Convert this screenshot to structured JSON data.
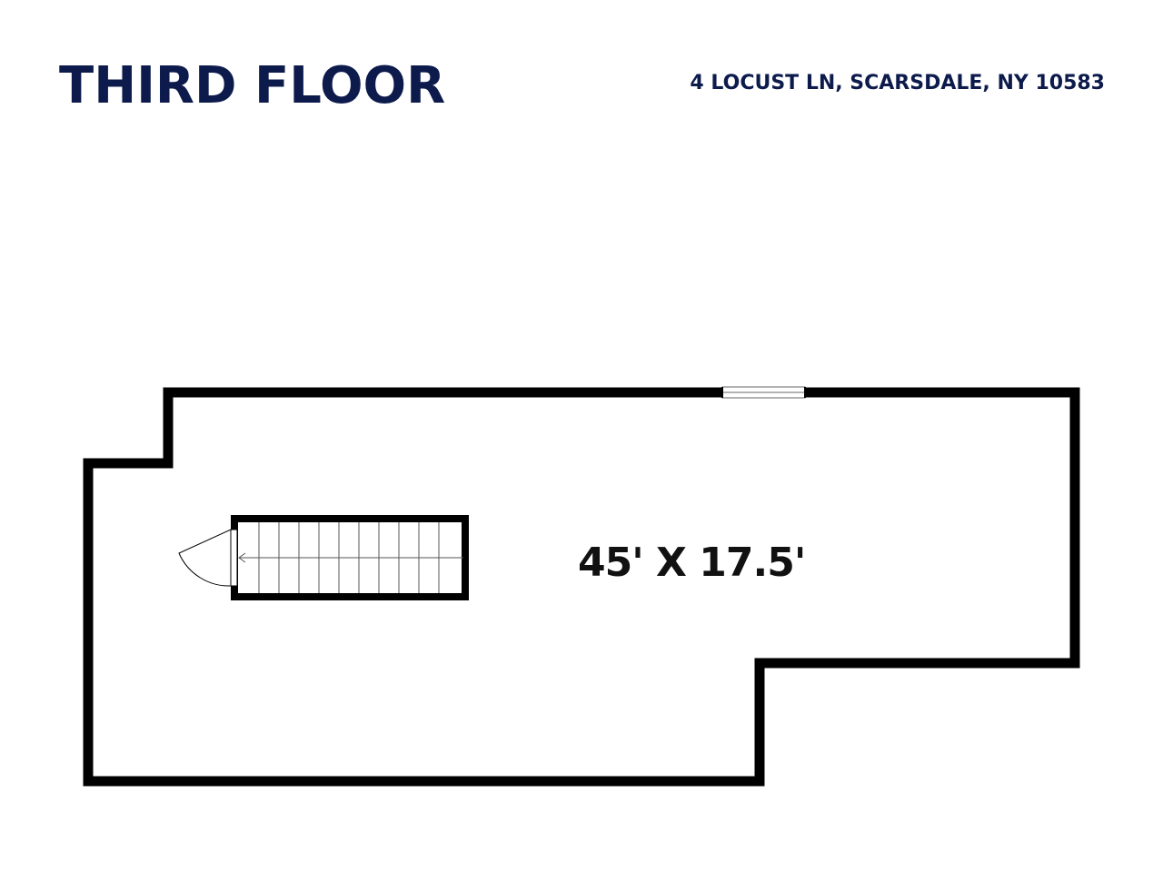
{
  "header": {
    "title": "THIRD FLOOR",
    "address": "4 LOCUST LN, SCARSDALE, NY 10583"
  },
  "plan": {
    "room_dimensions": "45' X 17.5'",
    "icons": [
      "stairs-icon",
      "door-swing-icon",
      "window-icon",
      "arrow-left-icon"
    ]
  },
  "colors": {
    "title": "#0d1b4c",
    "walls": "#000000",
    "background": "#ffffff"
  }
}
